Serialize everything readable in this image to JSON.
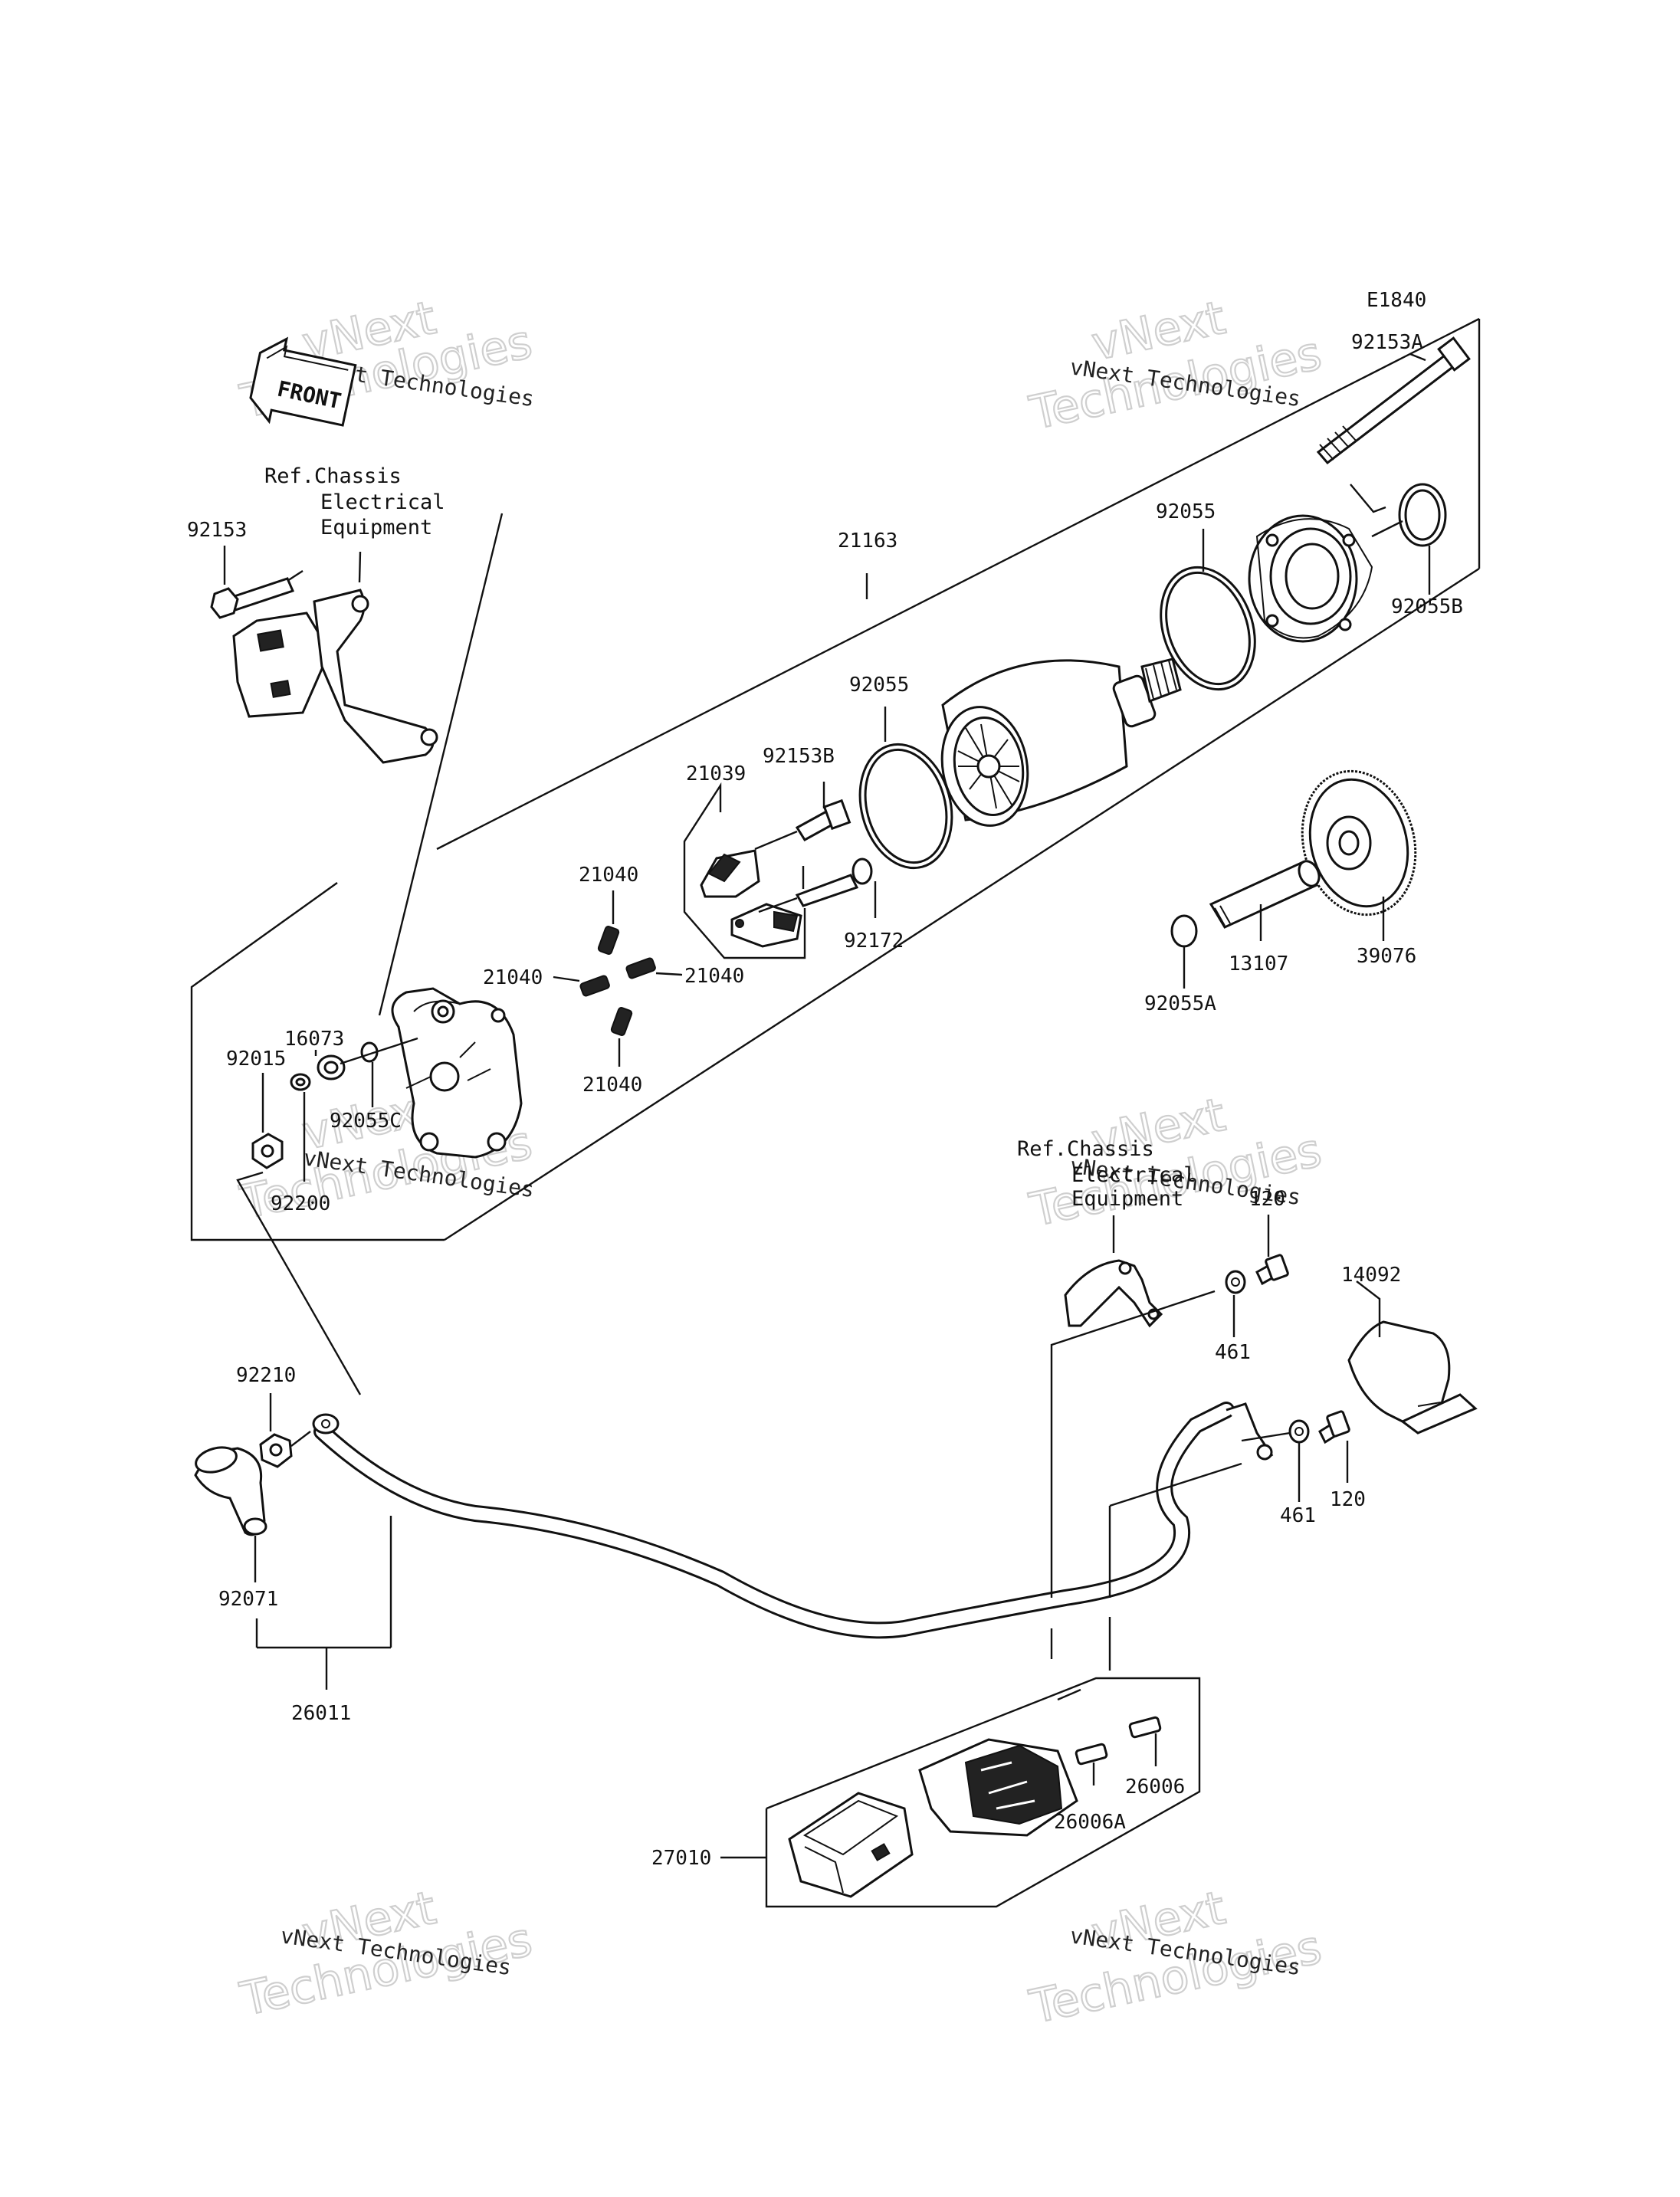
{
  "diagram_code": "E1840",
  "front_label": "FRONT",
  "watermark": {
    "line1": "vNext Technologies",
    "line2": "Technologies"
  },
  "ref_chassis_top": {
    "line1": "Ref.Chassis",
    "line2": "Electrical",
    "line3": "Equipment"
  },
  "ref_chassis_right": {
    "line1": "Ref.Chassis",
    "line2": "Electrical",
    "line3": "Equipment"
  },
  "parts": {
    "p92153A": "92153A",
    "p92153": "92153",
    "p21163": "21163",
    "p92055_top": "92055",
    "p92055B": "92055B",
    "p92055_mid": "92055",
    "p92153B": "92153B",
    "p21039": "21039",
    "p21040_top": "21040",
    "p21040_left": "21040",
    "p21040_right": "21040",
    "p21040_bottom": "21040",
    "p92172": "92172",
    "p16073": "16073",
    "p92015": "92015",
    "p92055C": "92055C",
    "p92200": "92200",
    "p92055A": "92055A",
    "p13107": "13107",
    "p39076": "39076",
    "p120_top": "120",
    "p14092": "14092",
    "p461_top": "461",
    "p461_bottom": "461",
    "p120_bottom": "120",
    "p92210": "92210",
    "p92071": "92071",
    "p26011": "26011",
    "p26006": "26006",
    "p26006A": "26006A",
    "p27010": "27010"
  }
}
